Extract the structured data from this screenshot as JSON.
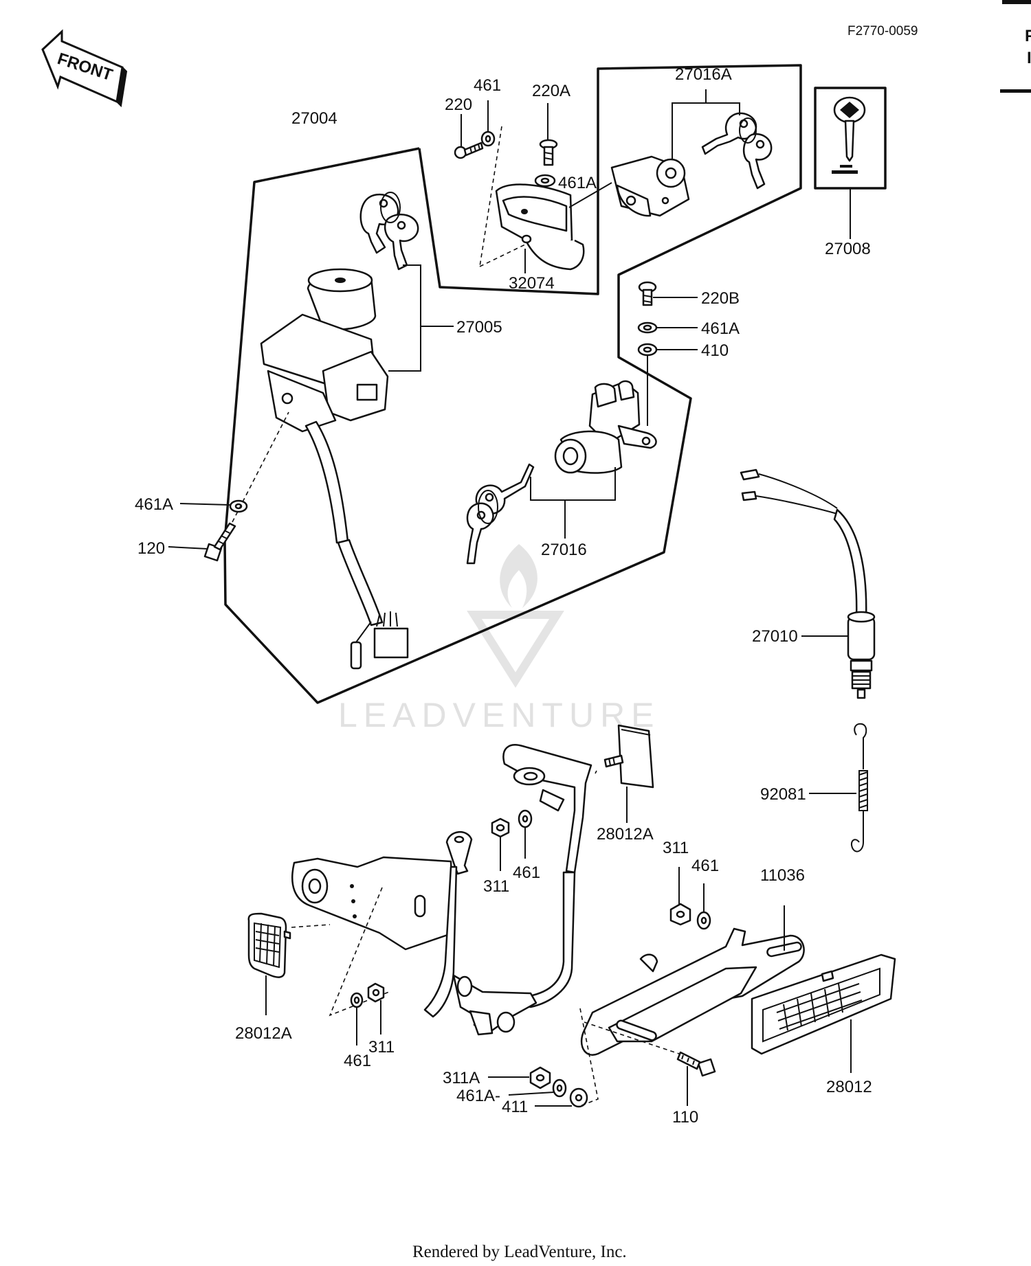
{
  "diagram": {
    "code": "F2770-0059",
    "front_label": "FRONT",
    "watermark": "LEADVENTURE",
    "footer": "Rendered by LeadVenture, Inc.",
    "callouts": {
      "c27004": "27004",
      "c27005": "27005",
      "c220": "220",
      "c461_top": "461",
      "c220A": "220A",
      "c461A_top": "461A",
      "c32074": "32074",
      "c27016A": "27016A",
      "c27008": "27008",
      "c220B": "220B",
      "c461A_mid": "461A",
      "c410": "410",
      "c461A_left": "461A",
      "c120": "120",
      "c27016": "27016",
      "c27010": "27010",
      "c92081": "92081",
      "c28012A_top": "28012A",
      "c311_a": "311",
      "c461_a": "461",
      "c311_b": "311",
      "c461_b": "461",
      "c11036": "11036",
      "c28012A_left": "28012A",
      "c461_c": "461",
      "c311_c": "311",
      "c311A": "311A",
      "c461A_bot": "461A-",
      "c411": "411",
      "c110": "110",
      "c28012": "28012"
    }
  }
}
